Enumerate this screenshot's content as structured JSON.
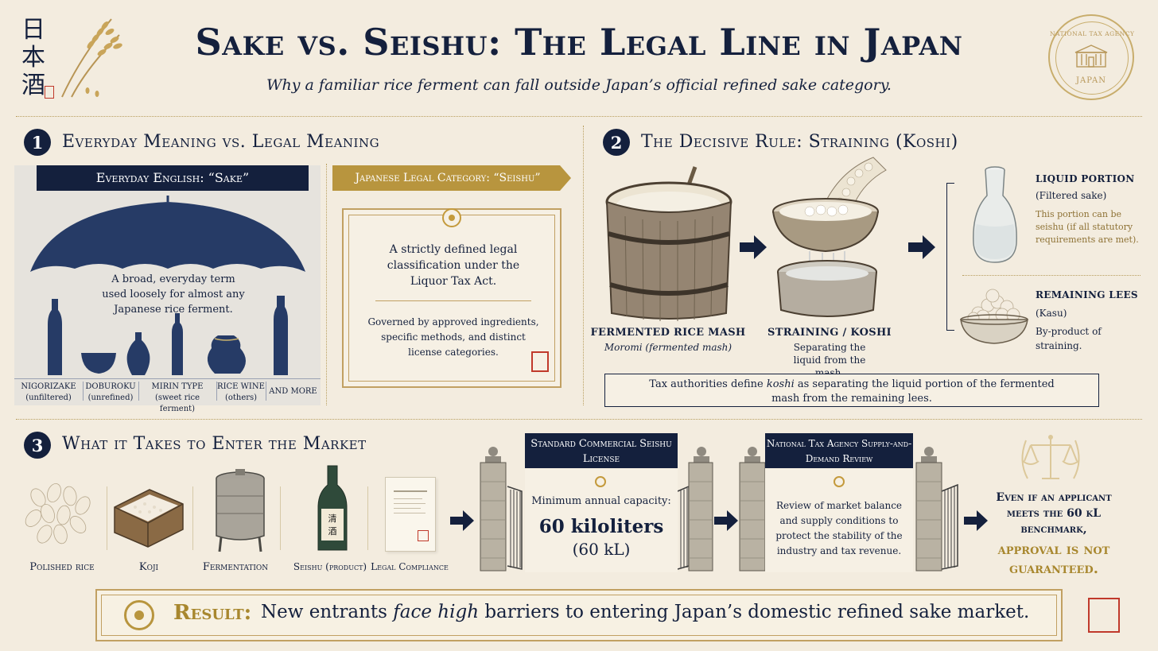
{
  "header": {
    "kanji": [
      "日",
      "本",
      "酒"
    ],
    "title": "Sake vs. Seishu: The Legal Line in Japan",
    "subtitle": "Why a familiar rice ferment can fall outside Japan’s official refined sake category.",
    "seal_text_top": "NATIONAL TAX AGENCY",
    "seal_text_bottom": "JAPAN"
  },
  "section1": {
    "number": "1",
    "title": "Everyday Meaning vs. Legal Meaning",
    "everyday": {
      "header": "Everyday English: “Sake”",
      "body": "A broad, everyday term used loosely for almost any Japanese rice ferment.",
      "items": [
        {
          "label": "NIGORIZAKE",
          "sub": "(unfiltered)"
        },
        {
          "label": "DOBUROKU",
          "sub": "(unrefined)"
        },
        {
          "label": "MIRIN TYPE",
          "sub": "(sweet rice ferment)"
        },
        {
          "label": "RICE WINE",
          "sub": "(others)"
        },
        {
          "label": "AND MORE",
          "sub": ""
        }
      ]
    },
    "legal": {
      "header": "Japanese Legal Category: “Seishu”",
      "body": "A strictly defined legal classification under the Liquor Tax Act.",
      "detail": "Governed by approved ingredients, specific methods, and distinct license categories."
    }
  },
  "section2": {
    "number": "2",
    "title": "The Decisive Rule: Straining (Koshi)",
    "mash_label": "FERMENTED RICE MASH",
    "mash_sub": "Moromi (fermented mash)",
    "strain_label": "STRAINING / KOSHI",
    "strain_sub": "Separating the liquid from the mash.",
    "liquid_title": "LIQUID PORTION",
    "liquid_sub": "(Filtered sake)",
    "liquid_note": "This portion can be seishu (if all statutory requirements are met).",
    "lees_title": "REMAINING LEES",
    "lees_sub": "(Kasu)",
    "lees_note": "By-product of straining.",
    "definition_pre": "Tax authorities define ",
    "definition_em": "koshi",
    "definition_post": " as separating the liquid portion of the fermented mash from the remaining lees."
  },
  "section3": {
    "number": "3",
    "title": "What it Takes to Enter the Market",
    "steps": [
      "Polished rice",
      "Koji",
      "Fermentation",
      "Seishu (product)",
      "Legal Compliance"
    ],
    "license": {
      "header": "Standard Commercial Seishu License",
      "label": "Minimum annual capacity:",
      "value": "60 kiloliters",
      "value_sub": "(60 kL)"
    },
    "review": {
      "header": "National Tax Agency Supply-and-Demand Review",
      "body": "Review of market balance and supply conditions to protect the stability of the industry and tax revenue."
    },
    "conclusion_1": "Even if an applicant meets the 60 kL benchmark,",
    "conclusion_2": "approval is not guaranteed."
  },
  "result": {
    "label": "Result:",
    "text_pre": "New entrants ",
    "text_em": "face high",
    "text_post": " barriers to entering Japan’s domestic refined sake market."
  },
  "colors": {
    "navy": "#14203d",
    "gold": "#a8872e",
    "cream": "#f3ecdf",
    "red_seal": "#c0392b"
  }
}
